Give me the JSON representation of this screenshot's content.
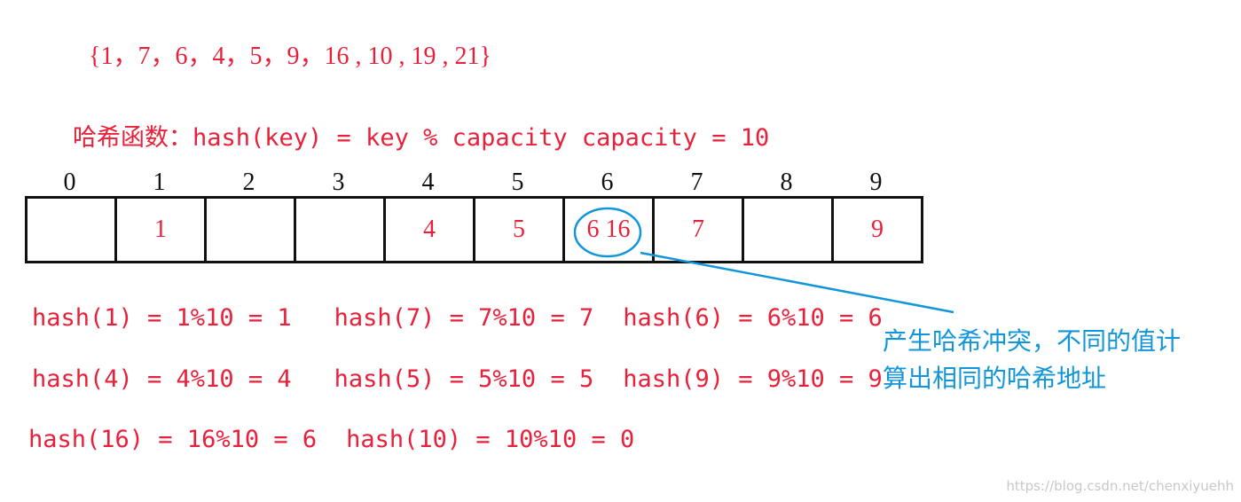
{
  "set_text": "{1，7，6，4，5，9，16 , 10 , 19 , 21}",
  "hash_function": "哈希函数：hash(key) = key % capacity   capacity = 10",
  "indices": [
    "0",
    "1",
    "2",
    "3",
    "4",
    "5",
    "6",
    "7",
    "8",
    "9"
  ],
  "cells": [
    "",
    "1",
    "",
    "",
    "4",
    "5",
    "6 16",
    "7",
    "",
    "9"
  ],
  "calculations": {
    "row1": [
      "hash(1) = 1%10 = 1",
      "hash(7) = 7%10 = 7",
      "hash(6) = 6%10 = 6"
    ],
    "row2": [
      "hash(4) = 4%10 = 4",
      "hash(5) = 5%10 = 5",
      "hash(9) = 9%10 = 9"
    ],
    "row3": [
      "hash(16) = 16%10 = 6",
      "hash(10) = 10%10 = 0"
    ]
  },
  "collision_note_line1": "产生哈希冲突，不同的值计",
  "collision_note_line2": "算出相同的哈希地址",
  "watermark": "https://blog.csdn.net/chenxiyuehh",
  "colors": {
    "text_red": "#e8203a",
    "annotation_blue": "#1296db",
    "grid": "#111111"
  }
}
